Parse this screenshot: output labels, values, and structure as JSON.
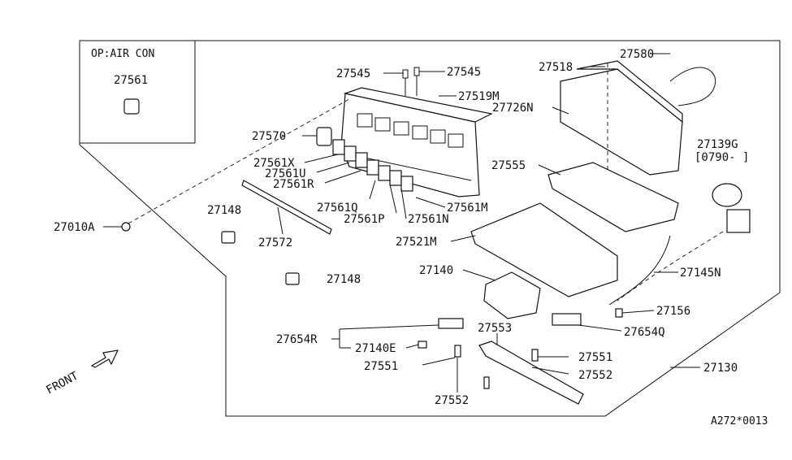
{
  "inset": {
    "title": "OP:AIR CON",
    "part": "27561"
  },
  "parts": {
    "p27545a": "27545",
    "p27545b": "27545",
    "p27519M": "27519M",
    "p27570": "27570",
    "p27561X": "27561X",
    "p27561U": "27561U",
    "p27561R": "27561R",
    "p27561Q": "27561Q",
    "p27561P": "27561P",
    "p27561N": "27561N",
    "p27561M": "27561M",
    "p27148a": "27148",
    "p27148b": "27148",
    "p27572": "27572",
    "p27010A": "27010A",
    "p27518": "27518",
    "p27580": "27580",
    "p27726N": "27726N",
    "p27139G": "27139G",
    "p27139G_range": "[0790-   ]",
    "p27555": "27555",
    "p27521M": "27521M",
    "p27140": "27140",
    "p27145N": "27145N",
    "p27156": "27156",
    "p27654R": "27654R",
    "p27654Q": "27654Q",
    "p27140E": "27140E",
    "p27553": "27553",
    "p27551a": "27551",
    "p27551b": "27551",
    "p27552a": "27552",
    "p27552b": "27552",
    "p27130": "27130"
  },
  "front_label": "FRONT",
  "ref_code": "A272*0013"
}
